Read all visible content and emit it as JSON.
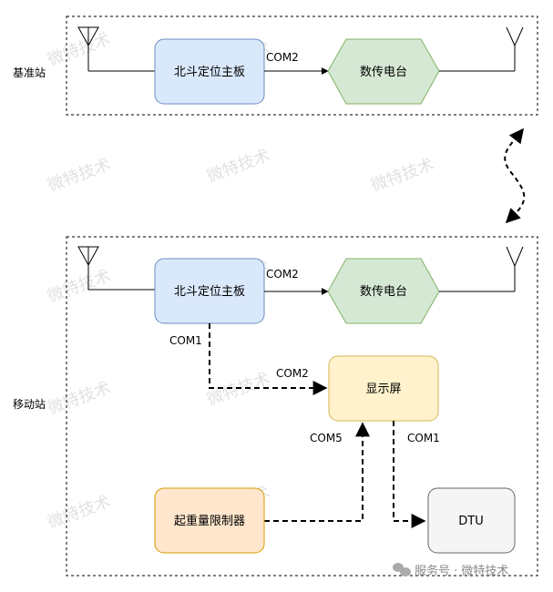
{
  "groups": {
    "base_label": "基准站",
    "rover_label": "移动站"
  },
  "nodes": {
    "base_board": "北斗定位主板",
    "base_radio": "数传电台",
    "rover_board": "北斗定位主板",
    "rover_radio": "数传电台",
    "display": "显示屏",
    "limiter": "起重量限制器",
    "dtu": "DTU"
  },
  "ports": {
    "base_com2": "COM2",
    "rover_com2_radio": "COM2",
    "rover_com1_board": "COM1",
    "display_com2": "COM2",
    "display_com5": "COM5",
    "display_com1": "COM1"
  },
  "watermark": "微特技术",
  "footer": {
    "text": "服务号 · 微特技术"
  },
  "colors": {
    "board_fill": "#dae8fc",
    "board_stroke": "#6c8ebf",
    "radio_fill": "#d5e8d4",
    "radio_stroke": "#82b366",
    "display_fill": "#fff2cc",
    "display_stroke": "#d6b656",
    "limiter_fill": "#ffe6cc",
    "limiter_stroke": "#d79b00",
    "dtu_fill": "#f5f5f5",
    "dtu_stroke": "#666666"
  }
}
